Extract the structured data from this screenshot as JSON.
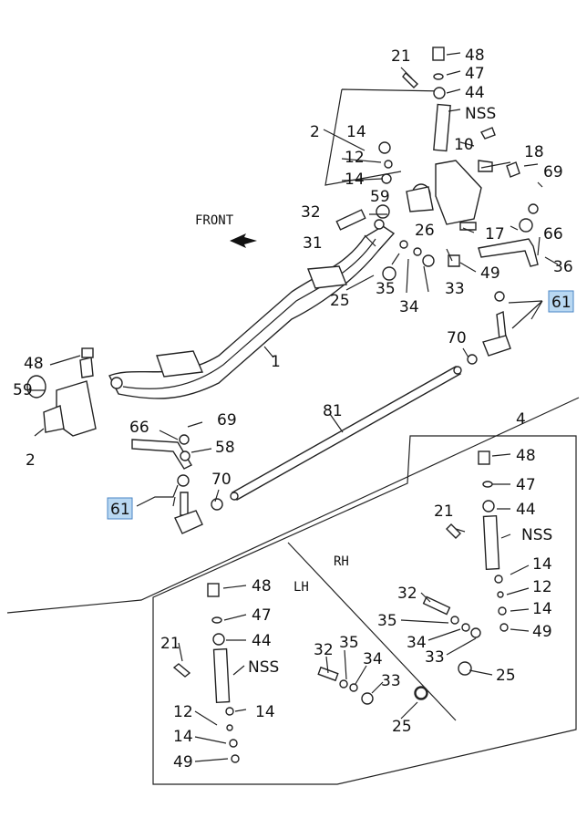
{
  "diagram": {
    "direction_label": "FRONT",
    "side_labels": {
      "rh": "RH",
      "lh": "LH"
    },
    "callouts": {
      "c1": "1",
      "c2a": "2",
      "c2b": "2",
      "c4": "4",
      "c10": "10",
      "c12a": "12",
      "c12b": "12",
      "c12c": "12",
      "c14a": "14",
      "c14b": "14",
      "c14c": "14",
      "c14d": "14",
      "c14e": "14",
      "c14f": "14",
      "c17": "17",
      "c18": "18",
      "c21a": "21",
      "c21b": "21",
      "c21c": "21",
      "c25a": "25",
      "c25b": "25",
      "c25c": "25",
      "c26": "26",
      "c31": "31",
      "c32a": "32",
      "c32b": "32",
      "c32c": "32",
      "c33a": "33",
      "c33b": "33",
      "c33c": "33",
      "c34a": "34",
      "c34b": "34",
      "c34c": "34",
      "c35a": "35",
      "c35b": "35",
      "c35c": "35",
      "c36": "36",
      "c44a": "44",
      "c44b": "44",
      "c44c": "44",
      "c47a": "47",
      "c47b": "47",
      "c47c": "47",
      "c48a": "48",
      "c48b": "48",
      "c48c": "48",
      "c48d": "48",
      "c49a": "49",
      "c49b": "49",
      "c49c": "49",
      "c58": "58",
      "c59a": "59",
      "c59b": "59",
      "c61a": "61",
      "c61b": "61",
      "c66a": "66",
      "c66b": "66",
      "c69a": "69",
      "c69b": "69",
      "c70a": "70",
      "c70b": "70",
      "c81": "81",
      "nss1": "NSS",
      "nss2": "NSS",
      "nss3": "NSS"
    }
  }
}
